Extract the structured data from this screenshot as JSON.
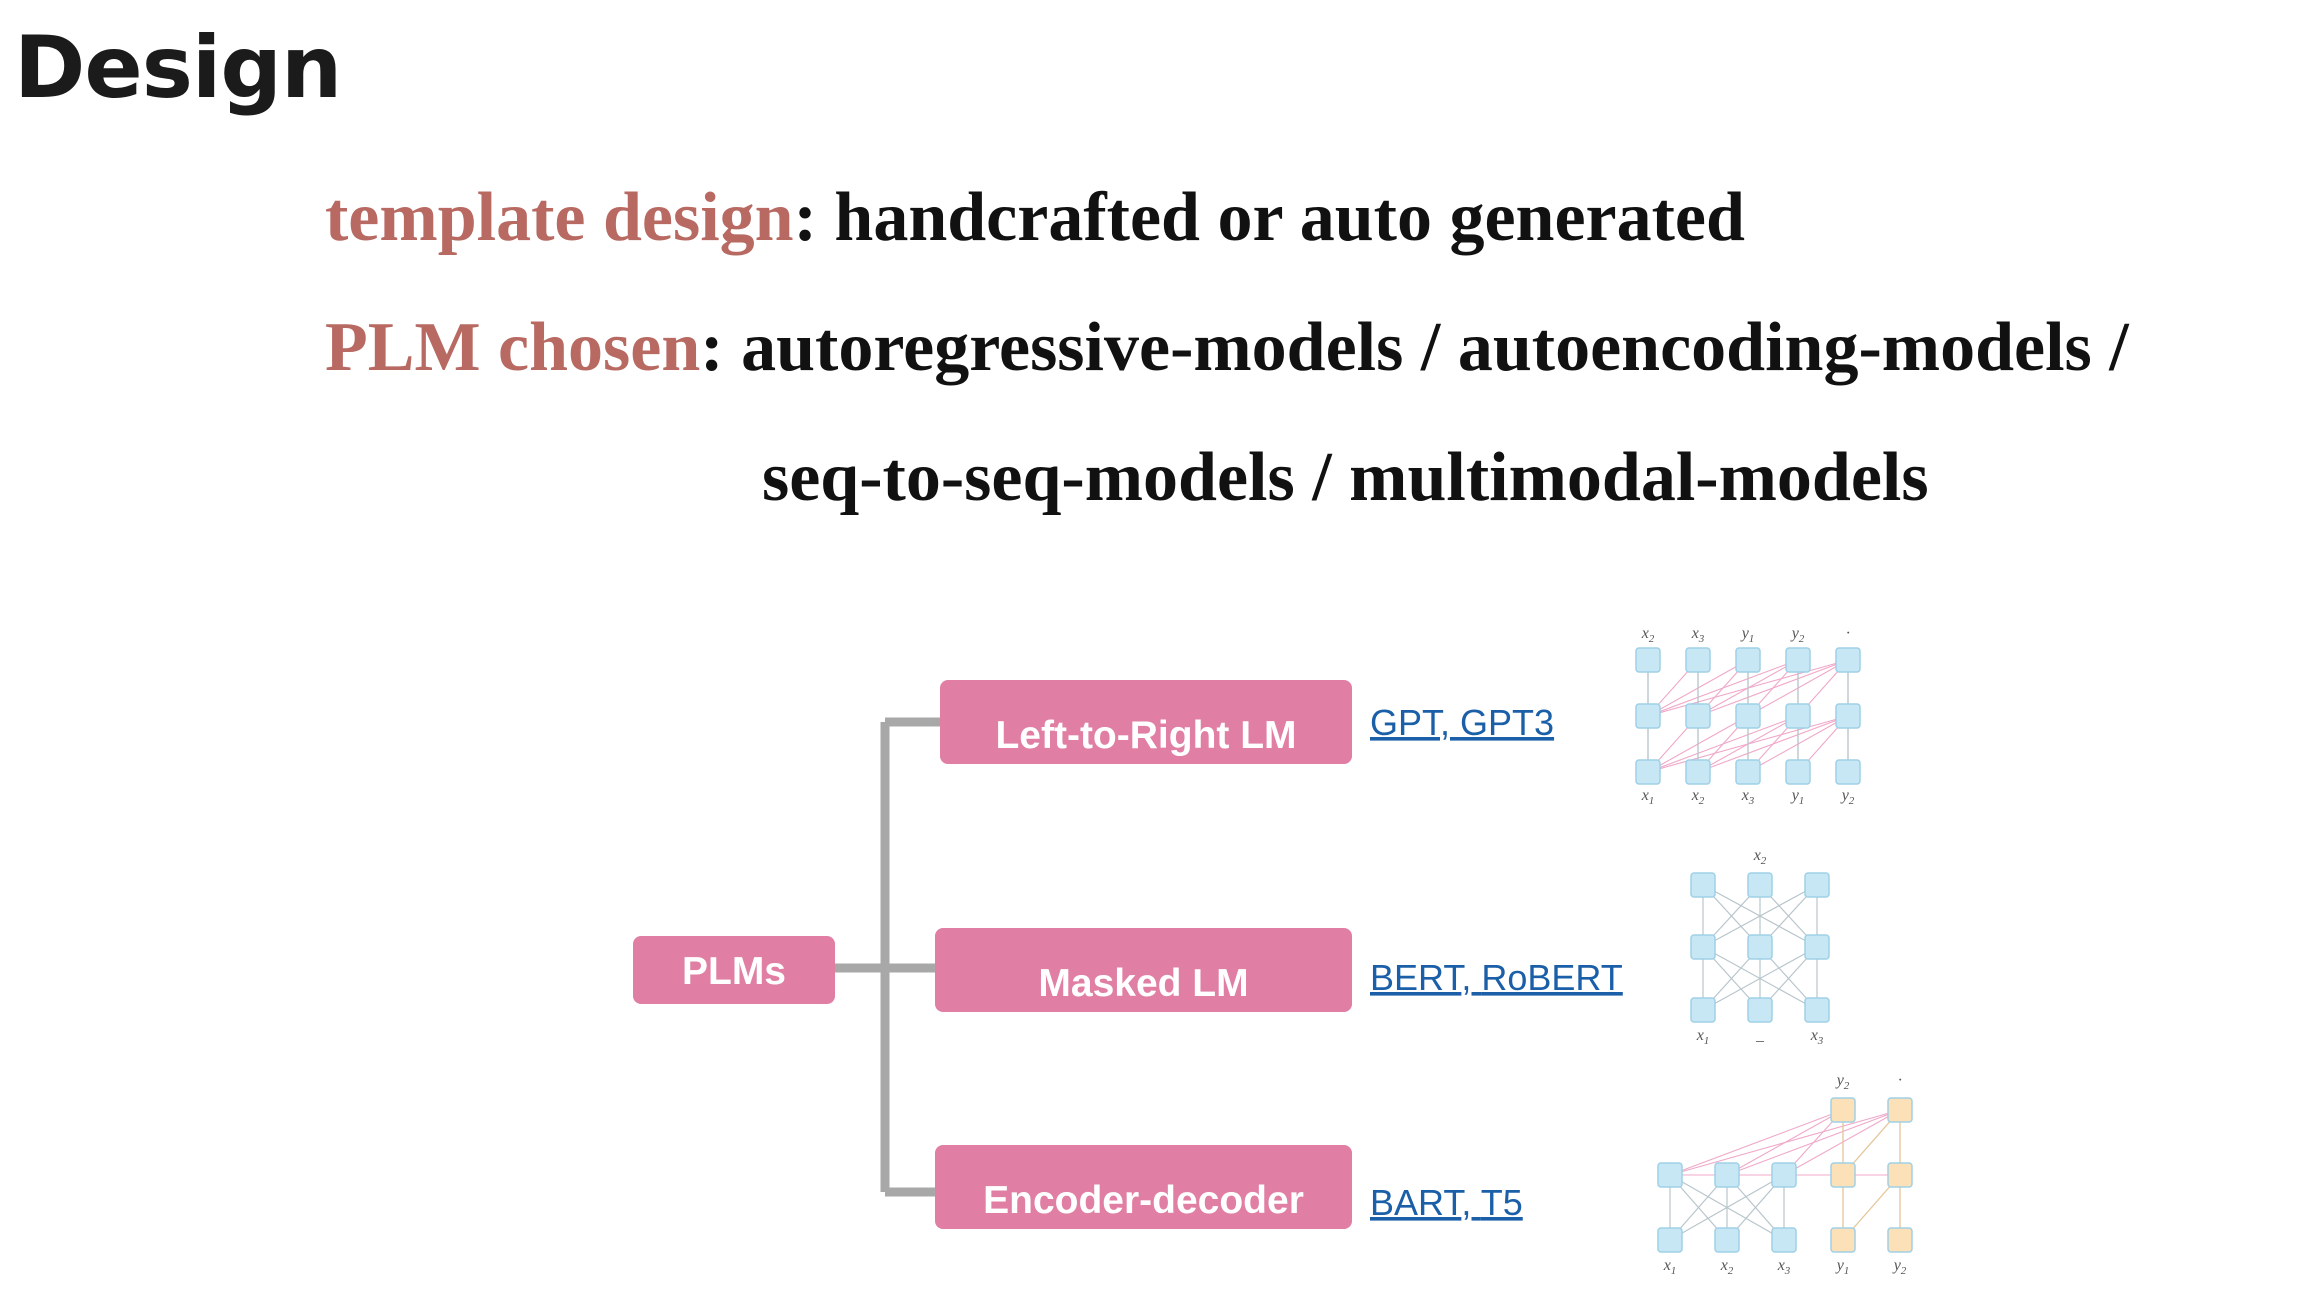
{
  "title": "Design",
  "bullets": [
    {
      "term": "template design",
      "text": ": handcrafted or auto generated"
    },
    {
      "term": "PLM chosen",
      "text": ": autoregressive-models / autoencoding-models /",
      "continuation": "seq-to-seq-models / multimodal-models"
    }
  ],
  "diagram": {
    "root": "PLMs",
    "branches": [
      {
        "label": "Left-to-Right LM",
        "links": [
          "GPT",
          "GPT3"
        ]
      },
      {
        "label": "Masked LM",
        "links": [
          "BERT",
          "RoBERT"
        ]
      },
      {
        "label": "Encoder-decoder",
        "links": [
          "BART",
          "T5"
        ]
      }
    ],
    "link_separator": ", ",
    "colors": {
      "box": "#e07fa3",
      "connector": "#a8a8a8",
      "link": "#1a5fa8",
      "node_blue": "#c7e7f5",
      "node_orange": "#fbe0b8",
      "edge_pink": "#f0a8c8"
    },
    "schematics": {
      "left_to_right": {
        "top": [
          "x2",
          "x3",
          "y1",
          "y2",
          "·"
        ],
        "bottom": [
          "x1",
          "x2",
          "x3",
          "y1",
          "y2"
        ]
      },
      "masked": {
        "top": [
          "x2"
        ],
        "bottom": [
          "x1",
          "_",
          "x3"
        ]
      },
      "encoder_decoder": {
        "top": [
          "y2",
          "·"
        ],
        "bottom": [
          "x1",
          "x2",
          "x3",
          "y1",
          "y2"
        ]
      }
    }
  }
}
